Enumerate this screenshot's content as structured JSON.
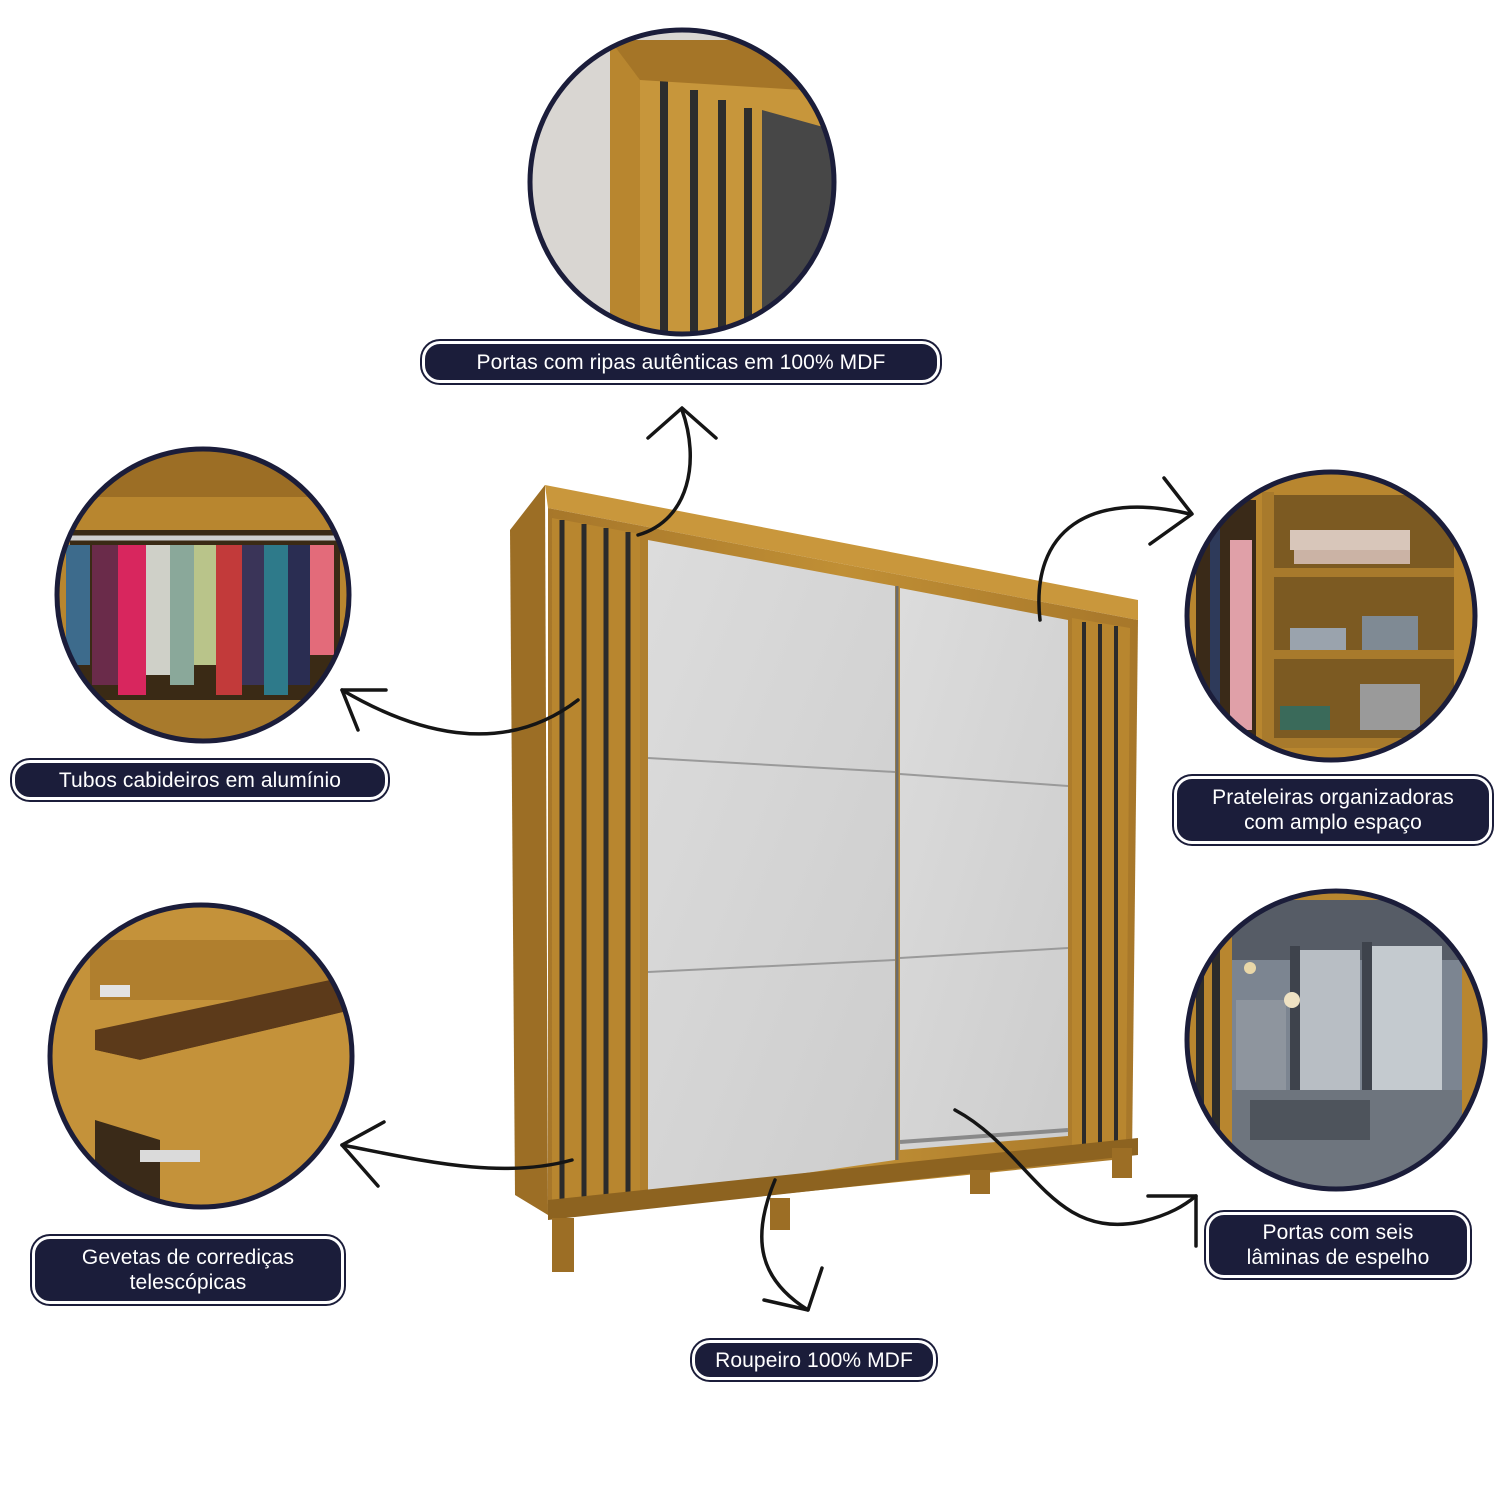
{
  "callouts": {
    "top_doors": "Portas com ripas autênticas em 100% MDF",
    "tubes": "Tubos cabideiros em alumínio",
    "shelves_line1": "Prateleiras organizadoras",
    "shelves_line2": "com amplo espaço",
    "drawers_line1": "Gevetas de corrediças",
    "drawers_line2": "telescópicas",
    "mirror_line1": "Portas com seis",
    "mirror_line2": "lâminas de espelho",
    "wardrobe": "Roupeiro 100% MDF"
  },
  "colors": {
    "label_bg": "#1b1d3a",
    "wood": "#b8862f",
    "wood_dark": "#8d6320",
    "mirror": "#d6d6d6",
    "slat_gap": "#2b2b2b"
  },
  "icons": {
    "detail_circle": "magnified-detail-circle",
    "arrow": "curved-arrow"
  }
}
